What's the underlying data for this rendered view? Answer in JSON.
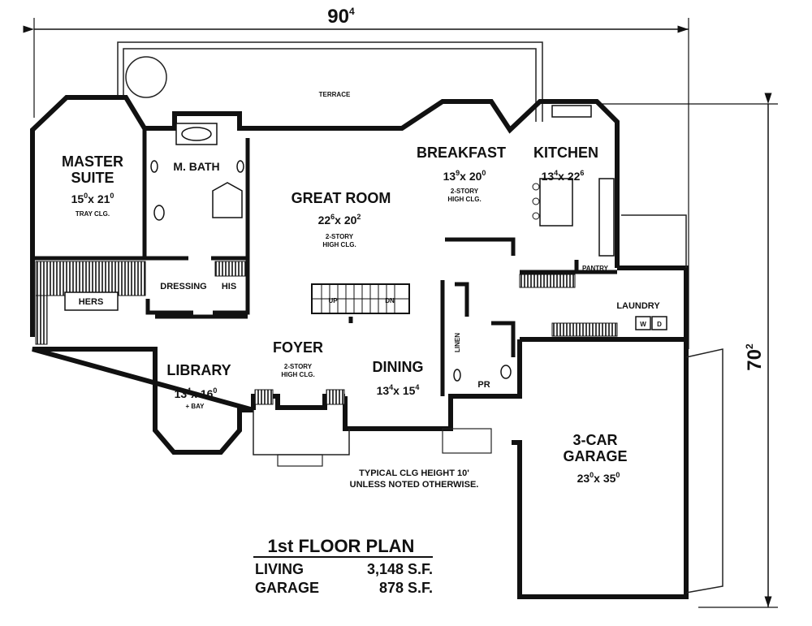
{
  "overall": {
    "width": "90",
    "width_sup": "4",
    "depth": "70",
    "depth_sup": "2"
  },
  "rooms": {
    "master": {
      "name1": "MASTER",
      "name2": "SUITE",
      "dim_a": "15",
      "dim_a_sup": "0",
      "dim_b": "x 21",
      "dim_b_sup": "0",
      "note": "TRAY CLG."
    },
    "bath": {
      "name": "M. BATH"
    },
    "great": {
      "name": "GREAT ROOM",
      "dim_a": "22",
      "dim_a_sup": "6",
      "dim_b": "x 20",
      "dim_b_sup": "2",
      "note1": "2-STORY",
      "note2": "HIGH CLG."
    },
    "breakfast": {
      "name": "BREAKFAST",
      "dim_a": "13",
      "dim_a_sup": "9",
      "dim_b": "x 20",
      "dim_b_sup": "0",
      "note1": "2-STORY",
      "note2": "HIGH CLG."
    },
    "kitchen": {
      "name": "KITCHEN",
      "dim_a": "13",
      "dim_a_sup": "4",
      "dim_b": "x 22",
      "dim_b_sup": "6"
    },
    "terrace": {
      "name": "TERRACE"
    },
    "dressing": {
      "name": "DRESSING"
    },
    "his": {
      "name": "HIS"
    },
    "hers": {
      "name": "HERS"
    },
    "pantry": {
      "name": "PANTRY"
    },
    "laundry": {
      "name": "LAUNDRY",
      "washer": "W",
      "dryer": "D"
    },
    "foyer": {
      "name": "FOYER",
      "note1": "2-STORY",
      "note2": "HIGH CLG."
    },
    "library": {
      "name": "LIBRARY",
      "dim_a": "13",
      "dim_a_sup": "4",
      "dim_b": "x 16",
      "dim_b_sup": "0",
      "note": "+ BAY"
    },
    "dining": {
      "name": "DINING",
      "dim_a": "13",
      "dim_a_sup": "4",
      "dim_b": "x 15",
      "dim_b_sup": "4"
    },
    "linen": {
      "name": "LINEN"
    },
    "pr": {
      "name": "PR"
    },
    "garage": {
      "name1": "3-CAR",
      "name2": "GARAGE",
      "dim_a": "23",
      "dim_a_sup": "0",
      "dim_b": "x 35",
      "dim_b_sup": "0"
    }
  },
  "stairs": {
    "up": "UP",
    "dn": "DN"
  },
  "general_note": {
    "line1": "TYPICAL CLG HEIGHT 10'",
    "line2": "UNLESS NOTED OTHERWISE."
  },
  "title_block": {
    "title": "1st FLOOR PLAN",
    "rows": [
      {
        "label": "LIVING",
        "value": "3,148 S.F."
      },
      {
        "label": "GARAGE",
        "value": "878 S.F."
      }
    ]
  }
}
